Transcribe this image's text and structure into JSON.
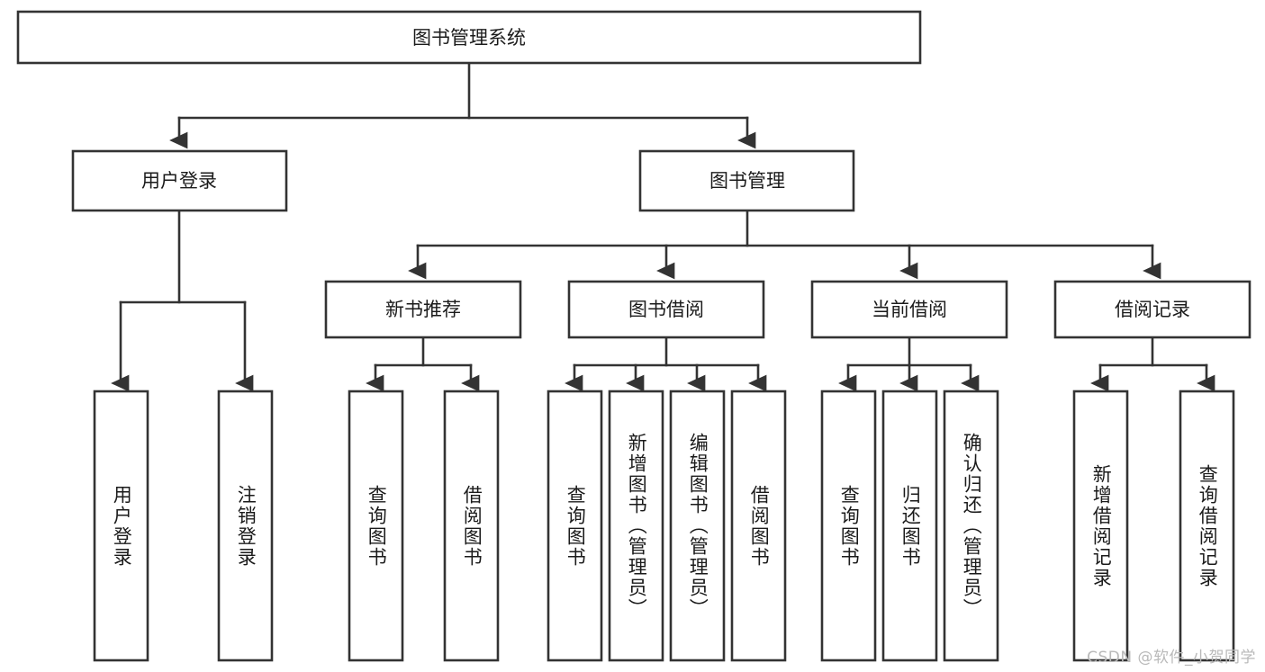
{
  "diagram": {
    "type": "tree-hierarchy",
    "title": "图书管理系统",
    "root": {
      "label": "图书管理系统"
    },
    "level2": [
      {
        "label": "用户登录"
      },
      {
        "label": "图书管理"
      }
    ],
    "level3": [
      {
        "label": "新书推荐"
      },
      {
        "label": "图书借阅"
      },
      {
        "label": "当前借阅"
      },
      {
        "label": "借阅记录"
      }
    ],
    "leaves": {
      "user_login": [
        {
          "label": "用户登录"
        },
        {
          "label": "注销登录"
        }
      ],
      "new_book_recommend": [
        {
          "label": "查询图书"
        },
        {
          "label": "借阅图书"
        }
      ],
      "book_borrow": [
        {
          "label": "查询图书"
        },
        {
          "label": "新增图书（管理员）"
        },
        {
          "label": "编辑图书（管理员）"
        },
        {
          "label": "借阅图书"
        }
      ],
      "current_borrow": [
        {
          "label": "查询图书"
        },
        {
          "label": "归还图书"
        },
        {
          "label": "确认归还（管理员）"
        }
      ],
      "borrow_record": [
        {
          "label": "新增借阅记录"
        },
        {
          "label": "查询借阅记录"
        }
      ]
    }
  },
  "watermark": {
    "text": "CSDN @软件_小贺同学"
  },
  "colors": {
    "stroke": "#333333",
    "fill": "#ffffff",
    "text": "#1b1b1b",
    "watermark": "#b9b9b9"
  }
}
